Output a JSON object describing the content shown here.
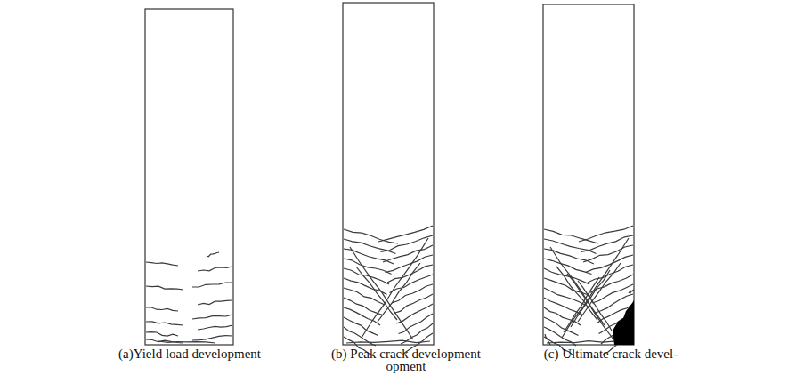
{
  "diagram": {
    "labels": [
      "(a)Yield load development",
      "(b) Peak crack development",
      "(c) Ultimate crack devel-",
      "opment"
    ]
  }
}
